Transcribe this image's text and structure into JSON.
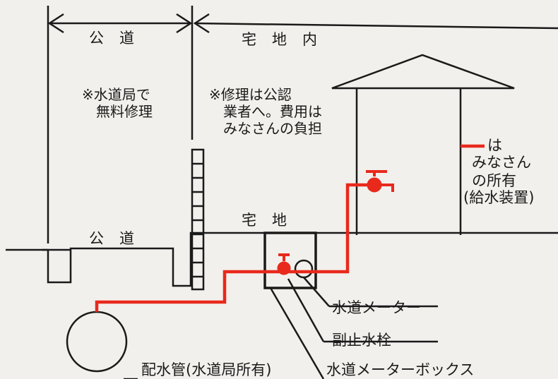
{
  "labels": {
    "public_road_top": "公道",
    "premises_top": "宅地内",
    "public_road_note_1": "※水道局で",
    "public_road_note_2": "無料修理",
    "repair_note_1": "※修理は公認",
    "repair_note_2": "業者へ。費用は",
    "repair_note_3": "みなさんの負担",
    "legend_1": "は",
    "legend_2": "みなさん",
    "legend_3": "の所有",
    "legend_4": "(給水装置)",
    "public_road_ground": "公道",
    "residential_land": "宅地",
    "water_meter": "水道メーター",
    "stop_valve": "副止水栓",
    "meter_box": "水道メーターボックス",
    "distribution_pipe": "配水管(水道局所有)"
  },
  "colors": {
    "owner_pipe": "#e8291c",
    "ink": "#1a1a1a",
    "paper": "#f2f0ec"
  }
}
